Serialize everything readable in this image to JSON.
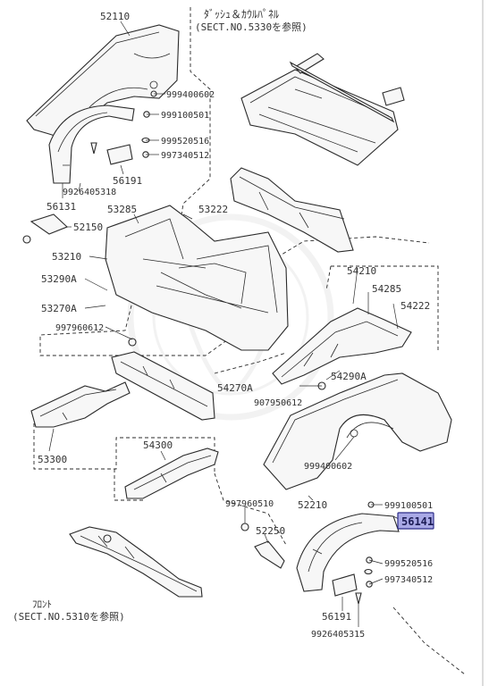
{
  "diagram": {
    "refs": {
      "dash_cowl_jp": "ﾀﾞｯｼｭ＆ｶｳﾙﾊﾟﾈﾙ",
      "dash_cowl_sect": "(SECT.NO.5330を参照)",
      "front_jp": "ﾌﾛﾝﾄ",
      "front_sect": "(SECT.NO.5310を参照)"
    },
    "parts": {
      "p52110": "52110",
      "p999400602_a": "999400602",
      "p999100501_a": "999100501",
      "p999520516_a": "999520516",
      "p997340512_a": "997340512",
      "p56191_a": "56191",
      "p9926405318": "9926405318",
      "p56131": "56131",
      "p53285": "53285",
      "p53222": "53222",
      "p52150": "52150",
      "p53210": "53210",
      "p53290A": "53290A",
      "p53270A": "53270A",
      "p997960612": "997960612",
      "p54210": "54210",
      "p54285": "54285",
      "p54222": "54222",
      "p54290A": "54290A",
      "p54270A": "54270A",
      "p907950612": "907950612",
      "p53300": "53300",
      "p54300": "54300",
      "p999400602_b": "999400602",
      "p52210": "52210",
      "p997960510": "997960510",
      "p999100501_b": "999100501",
      "p56141": "56141",
      "p52250": "52250",
      "p999520516_b": "999520516",
      "p997340512_b": "997340512",
      "p56191_b": "56191",
      "p9926405315": "9926405315"
    },
    "highlight_part": "56141",
    "highlight_color": "#a9a9e6"
  }
}
